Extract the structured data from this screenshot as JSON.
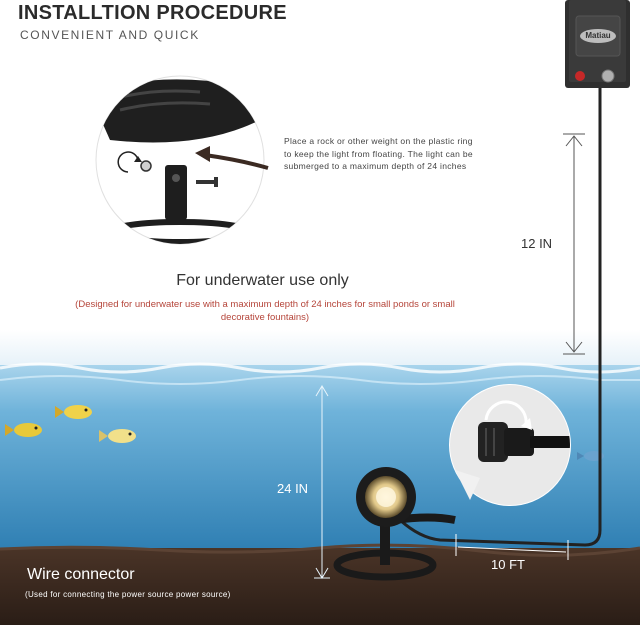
{
  "header": {
    "title": "INSTALLTION PROCEDURE",
    "subtitle": "CONVENIENT AND QUICK"
  },
  "note": {
    "text": "Place a rock or other weight on the plastic ring to keep the light from floating. The light can be submerged to a maximum depth of 24 inches"
  },
  "underwater": {
    "title": "For underwater use only",
    "subtitle": "(Designed for underwater use with a maximum depth of 24 inches for small ponds or small decorative fountains)"
  },
  "dimensions": {
    "cable_height": "12 IN",
    "water_depth": "24 IN",
    "cable_length": "10 FT"
  },
  "connector": {
    "title": "Wire connector",
    "subtitle": "(Used for connecting the power source power source)"
  },
  "power_box": {
    "brand": "Matiau"
  },
  "colors": {
    "water": "#5ea6cf",
    "soil": "#3a2a20",
    "accent_red": "#b5453a"
  }
}
